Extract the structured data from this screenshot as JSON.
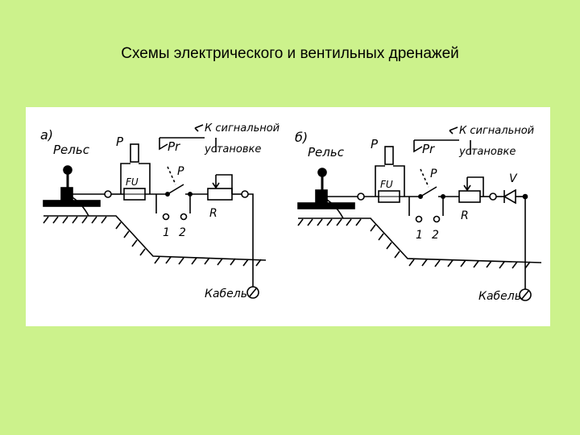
{
  "title": "Схемы электрического и вентильных дренажей",
  "colors": {
    "background": "#ccf28c",
    "figure": "#ffffff",
    "ink": "#000000"
  },
  "diagram_a": {
    "label": "а)",
    "rail": "Рельс",
    "relay_p": "Р",
    "relay_pr": "Рr",
    "fuse": "FU",
    "switch_p": "Р",
    "signal_line1": "К сигнальной",
    "signal_line2": "установке",
    "resistor": "R",
    "terminal_1": "1",
    "terminal_2": "2",
    "cable": "Кабель"
  },
  "diagram_b": {
    "label": "б)",
    "rail": "Рельс",
    "relay_p": "Р",
    "relay_pr": "Рr",
    "fuse": "FU",
    "switch_p": "Р",
    "signal_line1": "К сигнальной",
    "signal_line2": "установке",
    "resistor": "R",
    "valve": "V",
    "terminal_1": "1",
    "terminal_2": "2",
    "cable": "Кабель"
  }
}
